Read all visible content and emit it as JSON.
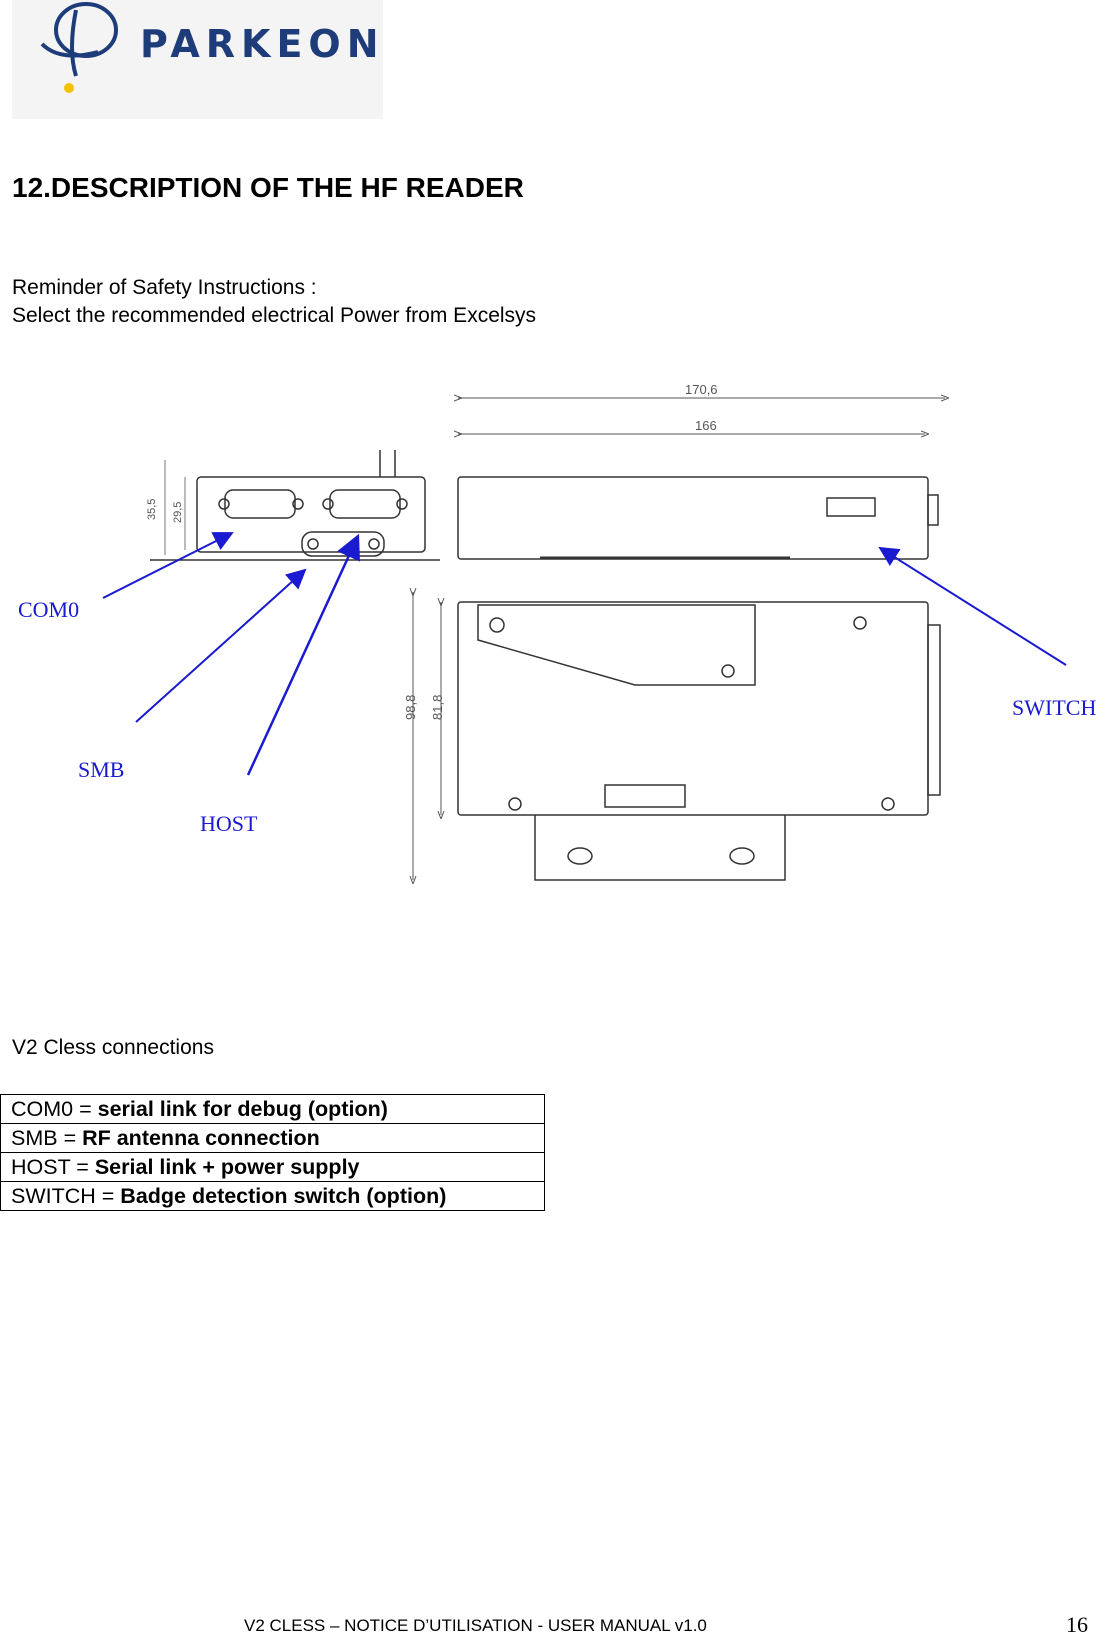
{
  "header": {
    "logo_text": "PARKEON"
  },
  "section_title": "12.DESCRIPTION OF THE HF READER",
  "safety": {
    "line1": "Reminder of Safety Instructions :",
    "line2": "Select the recommended electrical Power from Excelsys"
  },
  "diagram": {
    "dimensions": {
      "d1": "170,6",
      "d2": "166",
      "d3": "35,5",
      "d4": "29,5",
      "d5": "98,8",
      "d6": "81,8"
    },
    "labels": {
      "com0": "COM0",
      "smb": "SMB",
      "host": "HOST",
      "switch": "SWITCH"
    }
  },
  "connections": {
    "title": "V2 Cless connections",
    "rows": [
      {
        "key": "COM0 = ",
        "value": "serial link for debug (option)"
      },
      {
        "key": "SMB = ",
        "value": "RF antenna connection"
      },
      {
        "key": "HOST = ",
        "value": "Serial link + power supply"
      },
      {
        "key": "SWITCH = ",
        "value": "Badge detection switch (option)"
      }
    ]
  },
  "footer": {
    "text": "V2 CLESS – NOTICE  D’UTILISATION - USER MANUAL v1.0",
    "page": "16"
  },
  "colors": {
    "label_blue": "#1a1ad0",
    "logo_blue": "#1f3c7a",
    "logo_yellow": "#f2c400"
  }
}
